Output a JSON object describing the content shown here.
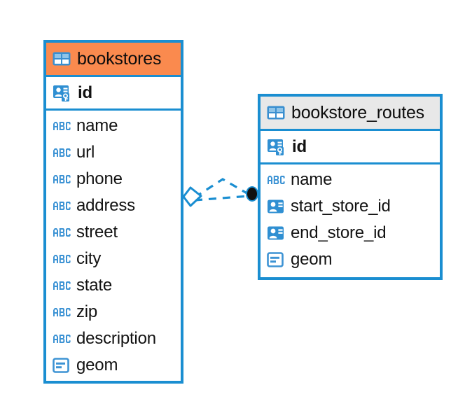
{
  "diagram": {
    "type": "entity-relationship-diagram",
    "background": "#ffffff",
    "accent_color": "#1a8ed1",
    "highlight_color": "#fa8a4e",
    "header_grey": "#e8e8e8"
  },
  "entities": [
    {
      "name": "bookstores",
      "table_icon": "table-icon",
      "header_style": "accent-orange",
      "primary_keys": [
        {
          "label": "id",
          "icon": "primary-key-icon",
          "type": "primary-key"
        }
      ],
      "fields": [
        {
          "label": "name",
          "icon": "abc-text-icon",
          "type": "text"
        },
        {
          "label": "url",
          "icon": "abc-text-icon",
          "type": "text"
        },
        {
          "label": "phone",
          "icon": "abc-text-icon",
          "type": "text"
        },
        {
          "label": "address",
          "icon": "abc-text-icon",
          "type": "text"
        },
        {
          "label": "street",
          "icon": "abc-text-icon",
          "type": "text"
        },
        {
          "label": "city",
          "icon": "abc-text-icon",
          "type": "text"
        },
        {
          "label": "state",
          "icon": "abc-text-icon",
          "type": "text"
        },
        {
          "label": "zip",
          "icon": "abc-text-icon",
          "type": "text"
        },
        {
          "label": "description",
          "icon": "abc-text-icon",
          "type": "text"
        },
        {
          "label": "geom",
          "icon": "geometry-icon",
          "type": "geometry"
        }
      ]
    },
    {
      "name": "bookstore_routes",
      "table_icon": "table-icon",
      "header_style": "accent-grey",
      "primary_keys": [
        {
          "label": "id",
          "icon": "primary-key-icon",
          "type": "primary-key"
        }
      ],
      "fields": [
        {
          "label": "name",
          "icon": "abc-text-icon",
          "type": "text"
        },
        {
          "label": "start_store_id",
          "icon": "foreign-key-icon",
          "type": "foreign-key"
        },
        {
          "label": "end_store_id",
          "icon": "foreign-key-icon",
          "type": "foreign-key"
        },
        {
          "label": "geom",
          "icon": "geometry-icon",
          "type": "geometry"
        }
      ]
    }
  ],
  "relationship": {
    "from_entity": "bookstores",
    "to_entity": "bookstore_routes",
    "line_style": "dashed",
    "source_marker": "diamond-marker",
    "target_marker": "filled-circle-marker",
    "color": "#1a8ed1"
  }
}
